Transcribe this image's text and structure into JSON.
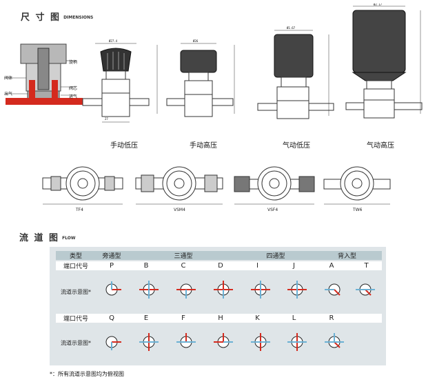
{
  "dimensions": {
    "title": "尺 寸 图",
    "subtitle": "DIMENSIONS",
    "captions": [
      "手动低压",
      "手动高压",
      "气动低压",
      "气动高压"
    ],
    "connections": [
      "TF4",
      "VSM4",
      "VSF4",
      "TW6"
    ],
    "cutaway_labels": [
      "旋柄",
      "阀体",
      "阀芯",
      "出气",
      "进气"
    ]
  },
  "flow": {
    "title": "流 道 图",
    "subtitle": "FLOW",
    "header": [
      "类型",
      "旁通型",
      "三通型",
      "四通型",
      "背入型"
    ],
    "code_label": "端口代号",
    "diagram_label": "流道示意图*",
    "row1_codes": [
      "P",
      "B",
      "C",
      "D",
      "I",
      "J",
      "A",
      "T"
    ],
    "row2_codes": [
      "Q",
      "E",
      "F",
      "H",
      "K",
      "L",
      "R"
    ],
    "footnote": "*：所有流道示意图均为俯视图"
  },
  "colors": {
    "flow_red": "#d42a1e",
    "flow_blue": "#6ab0d4",
    "box_bg": "#dfe5e8",
    "header_bg": "#b9cacf"
  }
}
